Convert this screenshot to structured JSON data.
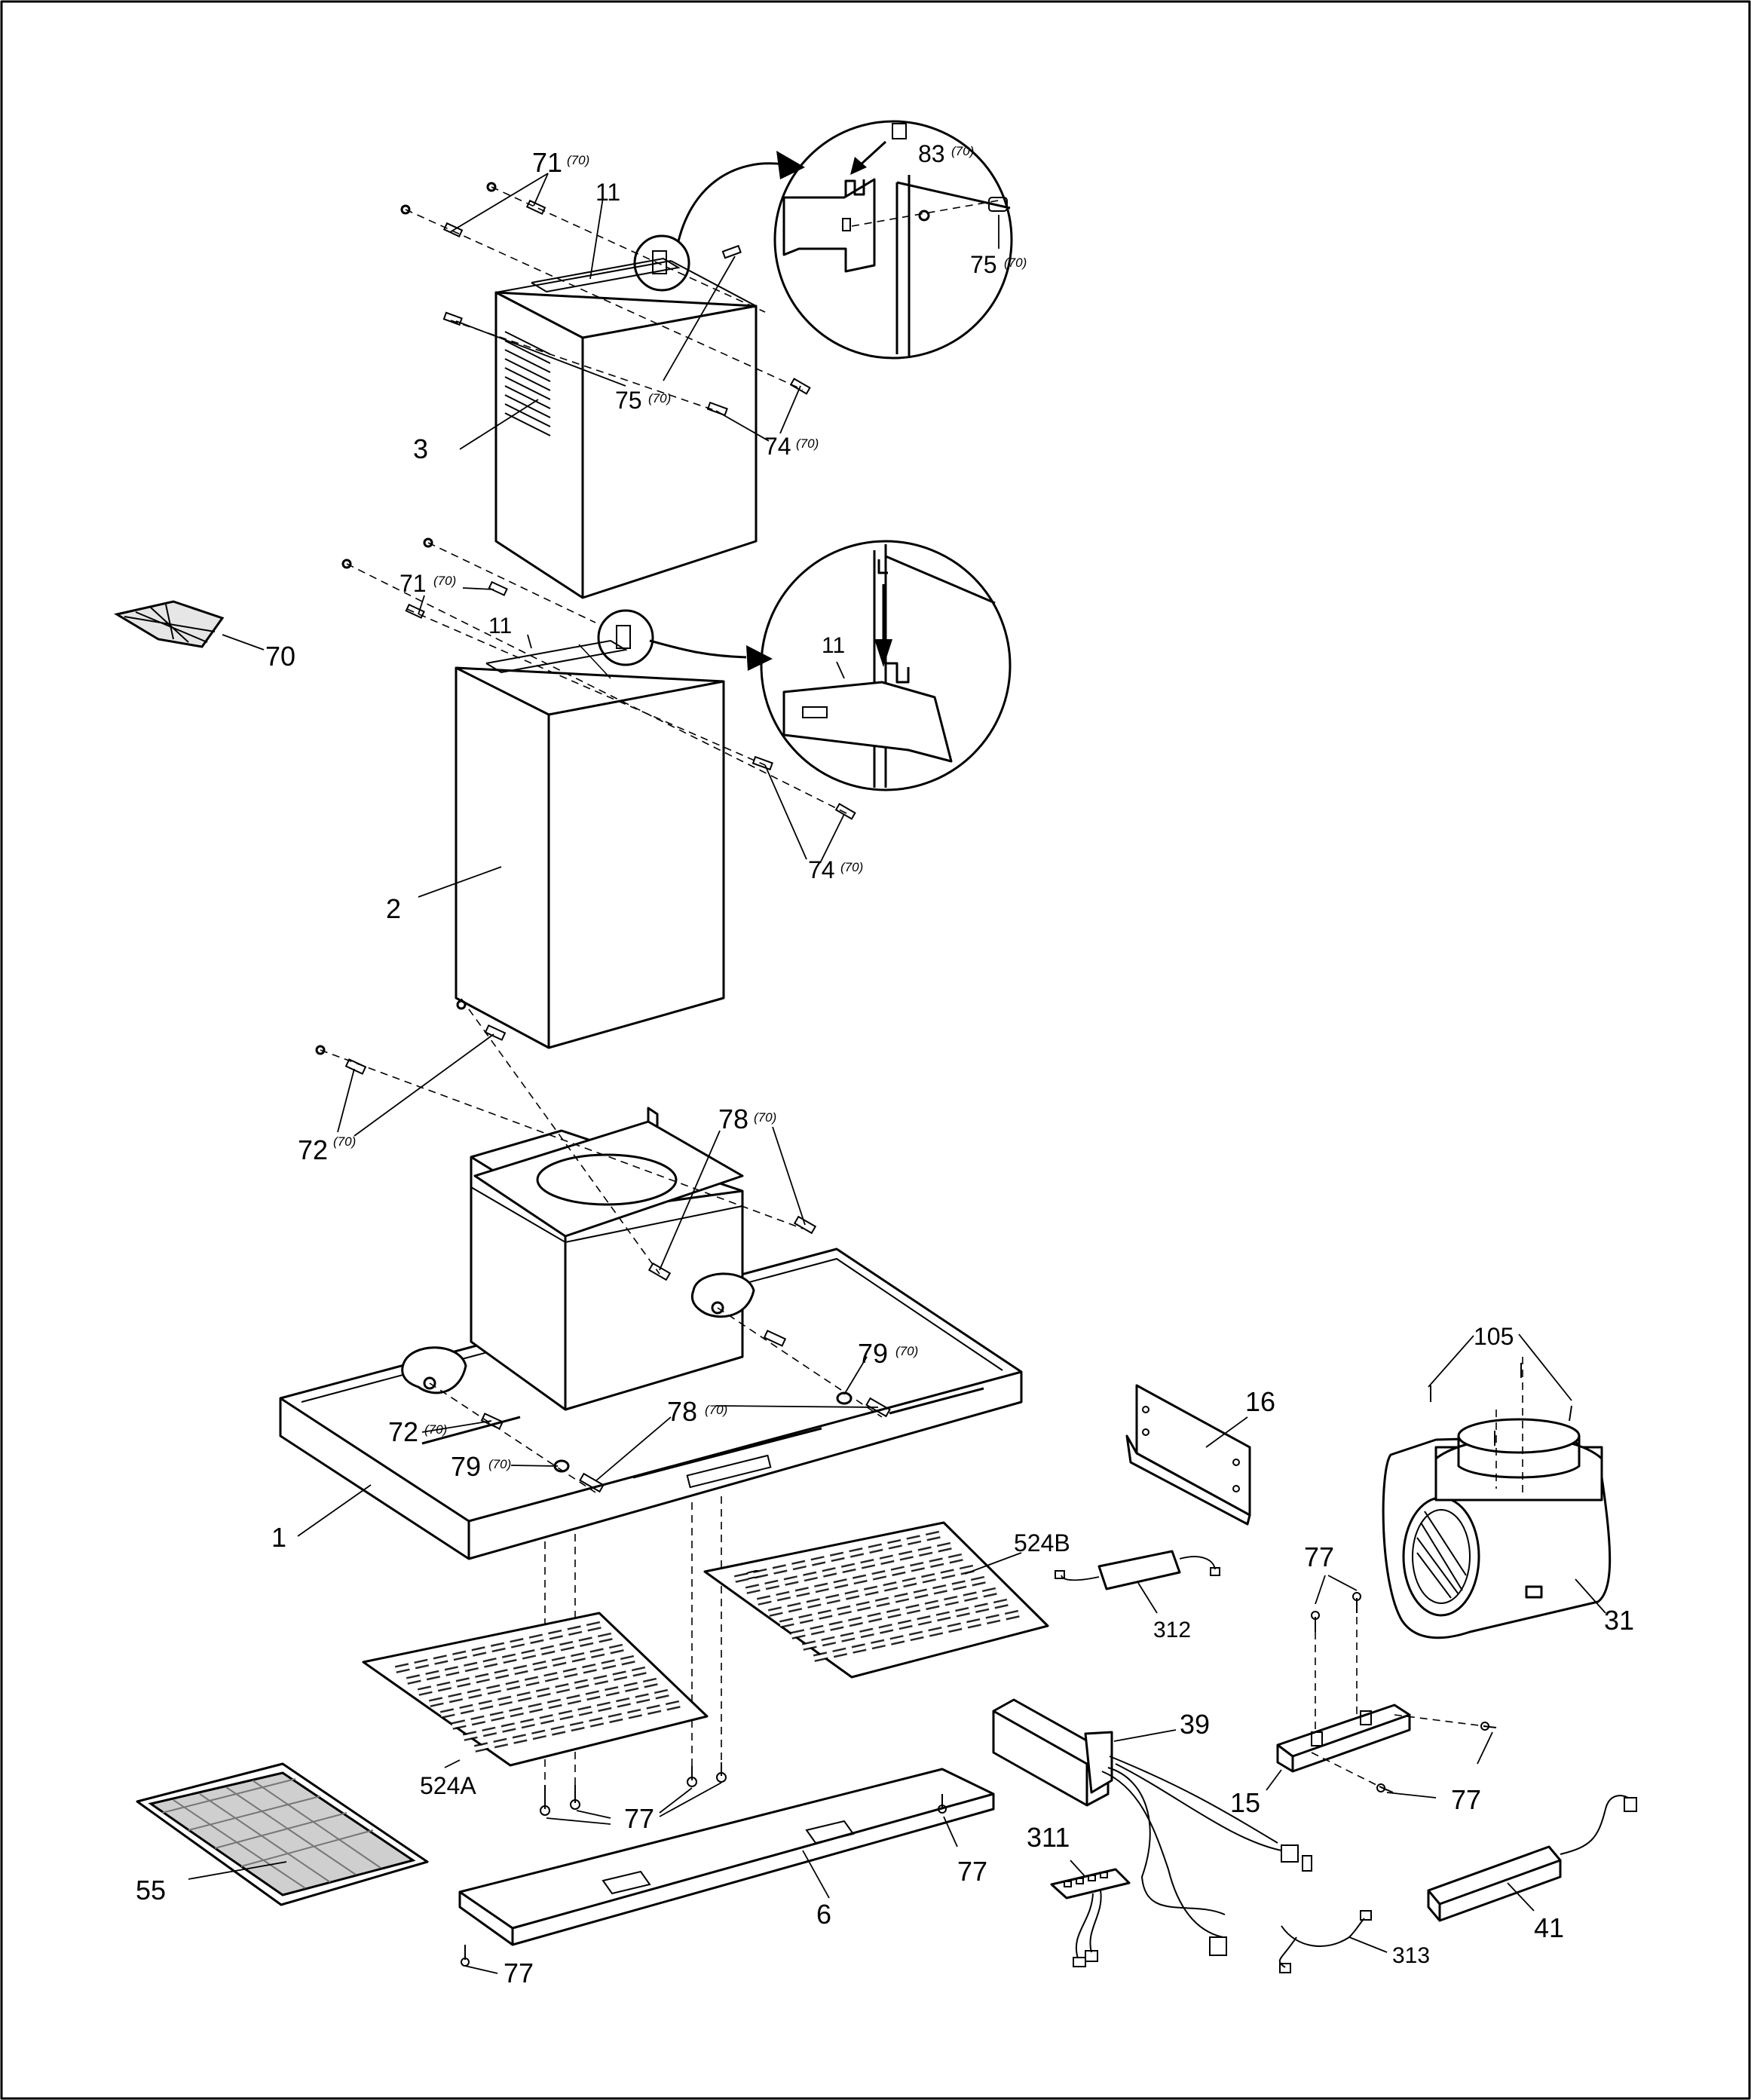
{
  "diagram": {
    "labels": {
      "l71_top": "71",
      "l71_top_sub": "(70)",
      "l11_top": "11",
      "l83": "83",
      "l83_sub": "(70)",
      "l75_zoom": "75",
      "l75_zoom_sub": "(70)",
      "l75": "75",
      "l75_sub": "(70)",
      "l74_top": "74",
      "l74_top_sub": "(70)",
      "l3": "3",
      "l71_mid": "71",
      "l71_mid_sub": "(70)",
      "l70": "70",
      "l11_mid": "11",
      "l11_zoom": "11",
      "l74_mid": "74",
      "l74_mid_sub": "(70)",
      "l2": "2",
      "l72_up": "72",
      "l72_up_sub": "(70)",
      "l78_up": "78",
      "l78_up_sub": "(70)",
      "l79_right": "79",
      "l79_right_sub": "(70)",
      "l72_low": "72",
      "l72_low_sub": "(70)",
      "l78_low": "78",
      "l78_low_sub": "(70)",
      "l79_left": "79",
      "l79_left_sub": "(70)",
      "l1": "1",
      "l16": "16",
      "l105": "105",
      "l524B": "524B",
      "l312": "312",
      "l77_a": "77",
      "l31": "31",
      "l524A": "524A",
      "l39": "39",
      "l55": "55",
      "l77_b": "77",
      "l15": "15",
      "l77_c": "77",
      "l311": "311",
      "l77_d": "77",
      "l6": "6",
      "l41": "41",
      "l313": "313",
      "l77_e": "77"
    }
  }
}
